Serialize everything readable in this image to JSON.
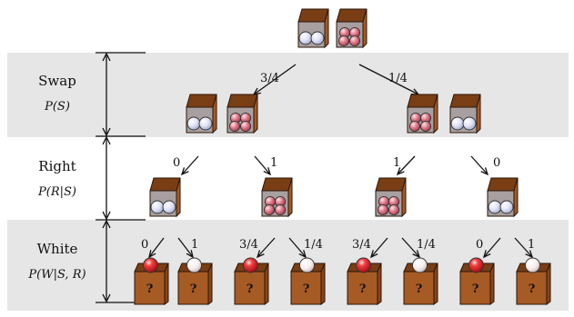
{
  "stages": [
    {
      "title": "Swap",
      "formula": "P(S)"
    },
    {
      "title": "Right",
      "formula": "P(R|S)"
    },
    {
      "title": "White",
      "formula": "P(W|S, R)"
    }
  ],
  "edges": {
    "swap": [
      "3/4",
      "1/4"
    ],
    "right": [
      "0",
      "1",
      "1",
      "0"
    ],
    "white": [
      "0",
      "1",
      "3/4",
      "1/4",
      "3/4",
      "1/4",
      "0",
      "1"
    ]
  },
  "unknown_label": "?",
  "colors": {
    "band": "#e6e6e6",
    "box_top": "#7a3e14",
    "box_side": "#a65a24",
    "box_front": "#a8a0a0",
    "white_ball": "#dde0f2",
    "pink_ball": "#d9707f",
    "red_ball": "#e0232f",
    "pale_ball": "#f6ecec"
  },
  "icons": [
    "box-icon",
    "white-balls-icon",
    "pink-balls-icon",
    "red-ball-icon",
    "white-ball-icon",
    "mystery-box-icon"
  ]
}
